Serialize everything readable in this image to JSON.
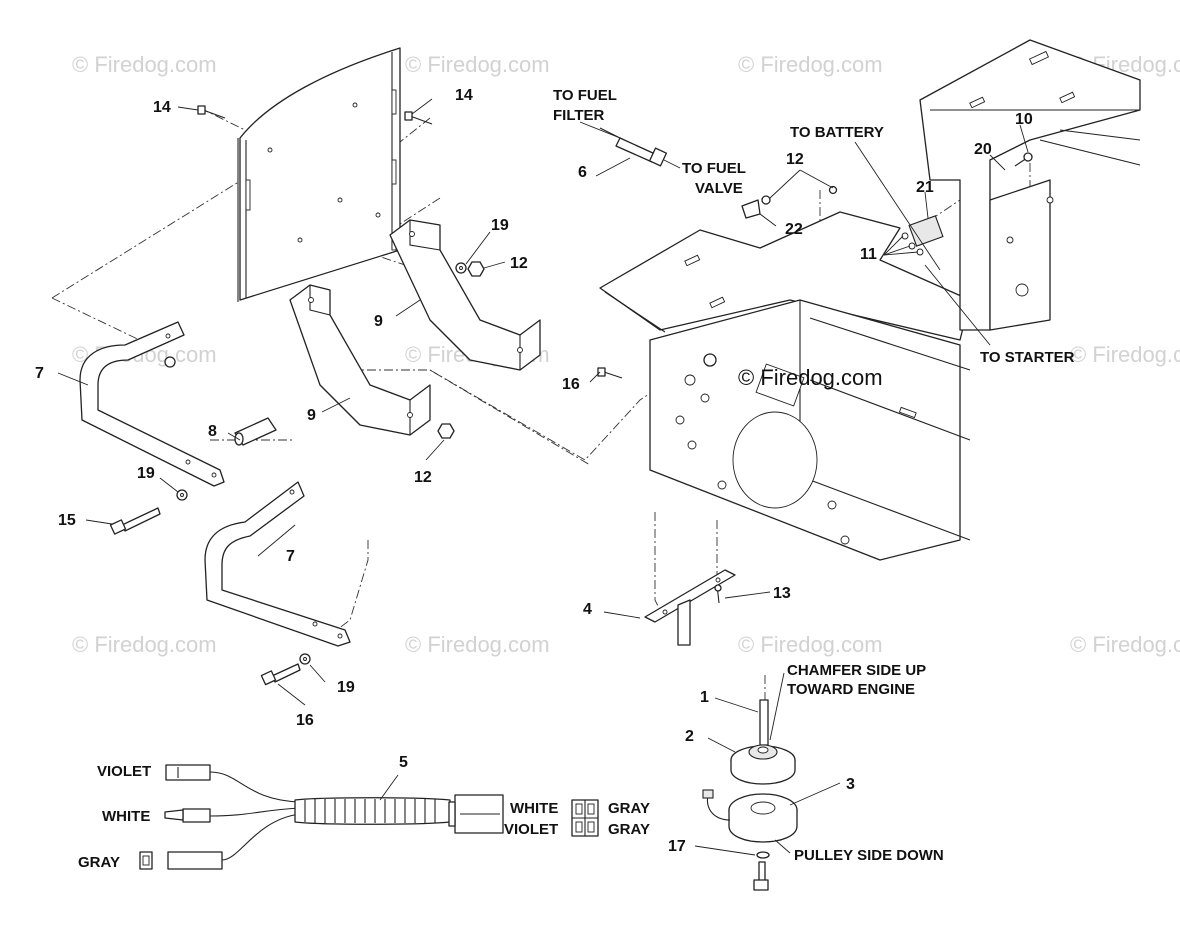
{
  "watermark": {
    "text": "© Firedog.com",
    "center_text": "© Firedog.com"
  },
  "callouts": {
    "fuel_line_number": "6",
    "fuel_filter_line1": "TO FUEL",
    "fuel_filter_line2": "FILTER",
    "fuel_valve_line1": "TO FUEL",
    "fuel_valve_line2": "VALVE",
    "battery": "TO BATTERY",
    "starter": "TO STARTER",
    "chamfer_line1": "CHAMFER SIDE UP",
    "chamfer_line2": "TOWARD ENGINE",
    "pulley_side": "PULLEY SIDE DOWN"
  },
  "part_numbers": {
    "p14_left": "14",
    "p14_right": "14",
    "p12_top": "12",
    "p22": "22",
    "p10": "10",
    "p20": "20",
    "p21": "21",
    "p11": "11",
    "p19_top": "19",
    "p12_mid": "12",
    "p9_right": "9",
    "p9_left": "9",
    "p12_low": "12",
    "p7_top": "7",
    "p8": "8",
    "p19_mid": "19",
    "p15": "15",
    "p16_mid": "16",
    "p7_low": "7",
    "p4": "4",
    "p13": "13",
    "p19_low": "19",
    "p16_low": "16",
    "p5": "5",
    "p1": "1",
    "p2": "2",
    "p3": "3",
    "p17": "17"
  },
  "wiring": {
    "left_violet": "VIOLET",
    "left_white": "WHITE",
    "left_gray": "GRAY",
    "connector_left_top": "WHITE",
    "connector_left_bottom": "VIOLET",
    "connector_right_top": "GRAY",
    "connector_right_bottom": "GRAY"
  }
}
